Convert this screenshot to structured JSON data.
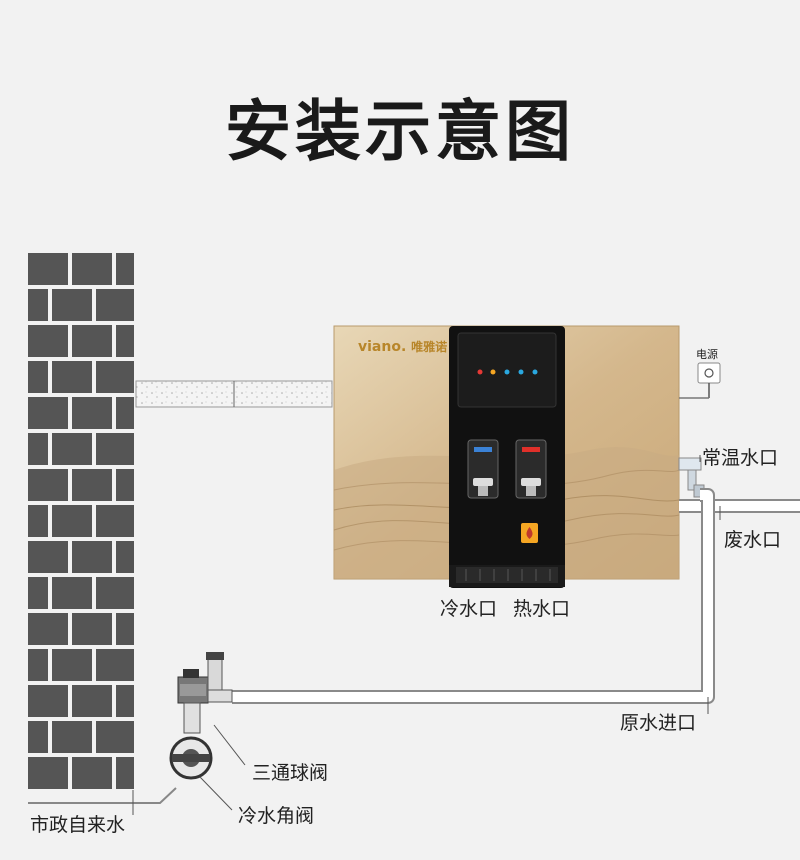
{
  "title": "安装示意图",
  "brand": {
    "logo_text": "viano.",
    "logo_cn": "唯雅诺"
  },
  "labels": {
    "power": "电源",
    "room_temp_outlet": "常温水口",
    "waste_outlet": "废水口",
    "cold_outlet": "冷水口",
    "hot_outlet": "热水口",
    "raw_water_inlet": "原水进口",
    "three_way_valve": "三通球阀",
    "cold_angle_valve": "冷水角阀",
    "municipal_water": "市政自来水"
  },
  "colors": {
    "background": "#f2f2f2",
    "brick": "#555555",
    "panel_gold": "#d6b98e",
    "front_black": "#111111",
    "led_red": "#e53935",
    "led_blue": "#2aa8e0",
    "hot_tap_red": "#e0302a",
    "cold_tap_blue": "#3b82d6",
    "warning_yellow": "#f5a623"
  },
  "icons": [
    "power-socket-icon",
    "hot-warning-icon",
    "ball-valve-icon",
    "angle-valve-icon"
  ]
}
